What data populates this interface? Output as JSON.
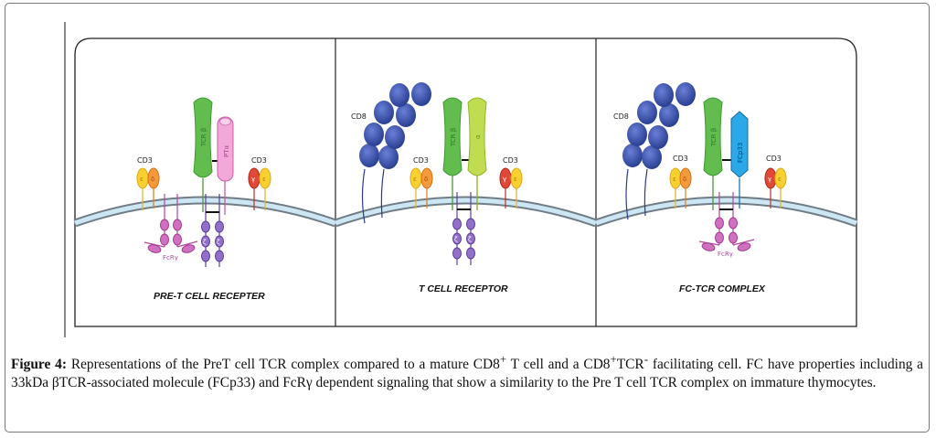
{
  "figure": {
    "panels": [
      {
        "title": "PRE-T CELL RECEPTER",
        "receptor_chain_1": "TCR β",
        "receptor_chain_2": "PTα",
        "cd3_left_label": "CD3",
        "cd3_left_chains": [
          "ε",
          "δ"
        ],
        "cd3_right_label": "CD3",
        "cd3_right_chains": [
          "γ",
          "ε"
        ],
        "signaling_label": "FcRγ",
        "zeta_glyph": "ζ"
      },
      {
        "title": "T CELL RECEPTOR",
        "coreceptor_label": "CD8",
        "receptor_chain_1": "TCR β",
        "receptor_chain_2": "α",
        "cd3_left_label": "CD3",
        "cd3_left_chains": [
          "ε",
          "δ"
        ],
        "cd3_right_label": "CD3",
        "cd3_right_chains": [
          "γ",
          "ε"
        ],
        "zeta_glyph": "ζ"
      },
      {
        "title": "FC-TCR COMPLEX",
        "coreceptor_label": "CD8",
        "receptor_chain_1": "TCR β",
        "receptor_chain_2": "FCp33",
        "cd3_left_label": "CD3",
        "cd3_left_chains": [
          "ε",
          "δ"
        ],
        "cd3_right_label": "CD3",
        "cd3_right_chains": [
          "γ",
          "ε"
        ],
        "signaling_label": "FcRγ"
      }
    ],
    "colors": {
      "tcr_beta": "#5cb848",
      "pt_alpha": "#e890c8",
      "tcr_alpha": "#b5d83a",
      "fcp33": "#2aa4e0",
      "cd8": "#3a4fa8",
      "cd3_epsilon": "#f5c81e",
      "cd3_delta": "#f08a2a",
      "cd3_gamma": "#d8342a",
      "fcr_gamma": "#c050b0",
      "zeta": "#7a50b0",
      "membrane": "#c8e4f2"
    }
  },
  "caption": {
    "label": "Figure 4:",
    "text_1": " Representations of the PreT cell TCR complex compared to a mature CD8",
    "sup_1": "+",
    "text_2": " T cell and a CD8",
    "sup_2": "+",
    "text_3": "TCR",
    "sup_3": "-",
    "text_4": " facilitating cell. FC have properties including a 33kDa βTCR-associated molecule (FCp33) and FcRγ dependent signaling that show a similarity to the Pre T cell TCR complex on immature thymocytes."
  }
}
